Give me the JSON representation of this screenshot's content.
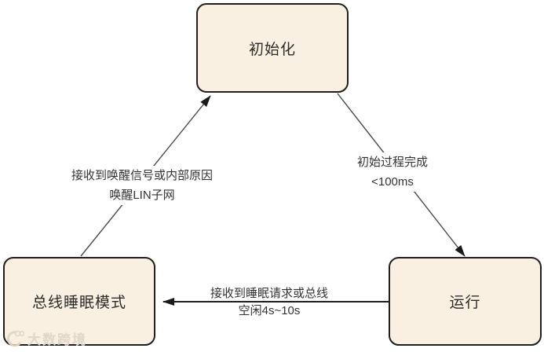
{
  "diagram": {
    "nodes": [
      {
        "id": "init",
        "label": "初始化"
      },
      {
        "id": "sleep",
        "label": "总线睡眠模式"
      },
      {
        "id": "run",
        "label": "运行"
      }
    ],
    "edges": [
      {
        "id": "sleep-to-init",
        "from": "总线睡眠模式",
        "to": "初始化",
        "label_line1": "接收到唤醒信号或内部原因",
        "label_line2": "唤醒LIN子网"
      },
      {
        "id": "init-to-run",
        "from": "初始化",
        "to": "运行",
        "label_line1": "初始过程完成",
        "label_line2": "<100ms"
      },
      {
        "id": "run-to-sleep",
        "from": "运行",
        "to": "总线睡眠模式",
        "label_line1": "接收到睡眠请求或总线",
        "label_line2": "空闲4s~10s"
      }
    ],
    "colors": {
      "node_fill": "#FAF0E1",
      "node_border": "#1F1F1F",
      "node_text": "#2B2B2B",
      "edge_line": "#4A4A4A",
      "edge_line_bold": "#1F1F1F",
      "arrowhead": "#1A1A1A",
      "label_text": "#333333",
      "watermark": "#DED6C6"
    }
  },
  "watermark": {
    "icon": "watermark-logo-icon",
    "text": "大数跨境"
  }
}
